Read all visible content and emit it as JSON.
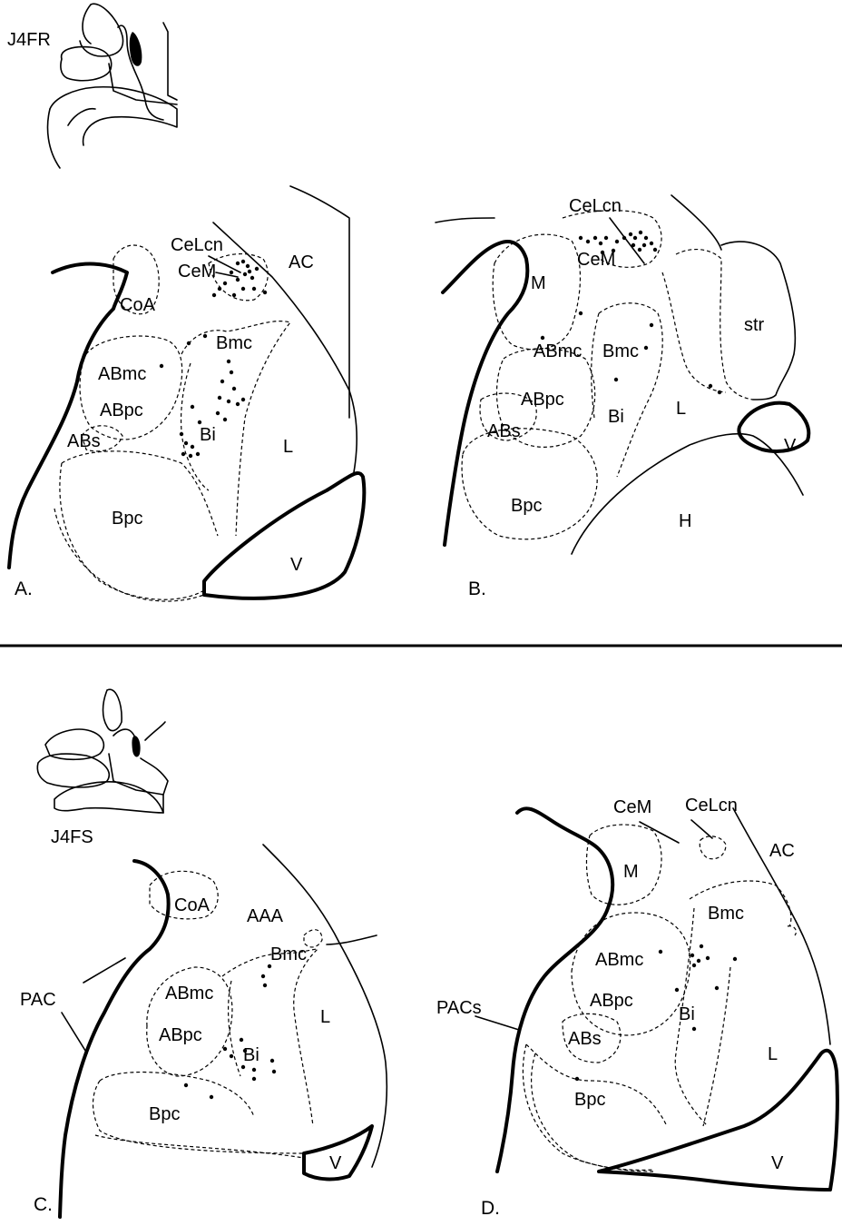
{
  "figure": {
    "top_inset_label": "J4FR",
    "bottom_inset_label": "J4FS",
    "panels": [
      {
        "id": "A",
        "label": "A.",
        "regions": [
          "CeLcn",
          "CeM",
          "AC",
          "CoA",
          "Bmc",
          "ABmc",
          "ABpc",
          "ABs",
          "Bi",
          "L",
          "Bpc",
          "V"
        ]
      },
      {
        "id": "B",
        "label": "B.",
        "regions": [
          "CeLcn",
          "CeM",
          "M",
          "str",
          "ABmc",
          "Bmc",
          "ABpc",
          "Bi",
          "L",
          "ABs",
          "V",
          "Bpc",
          "H"
        ]
      },
      {
        "id": "C",
        "label": "C.",
        "regions": [
          "CoA",
          "AAA",
          "Bmc",
          "PAC",
          "ABmc",
          "L",
          "ABpc",
          "Bi",
          "Bpc",
          "V"
        ]
      },
      {
        "id": "D",
        "label": "D.",
        "regions": [
          "CeM",
          "CeLcn",
          "AC",
          "M",
          "Bmc",
          "ABmc",
          "PACs",
          "ABpc",
          "Bi",
          "ABs",
          "L",
          "Bpc",
          "V"
        ]
      }
    ]
  }
}
